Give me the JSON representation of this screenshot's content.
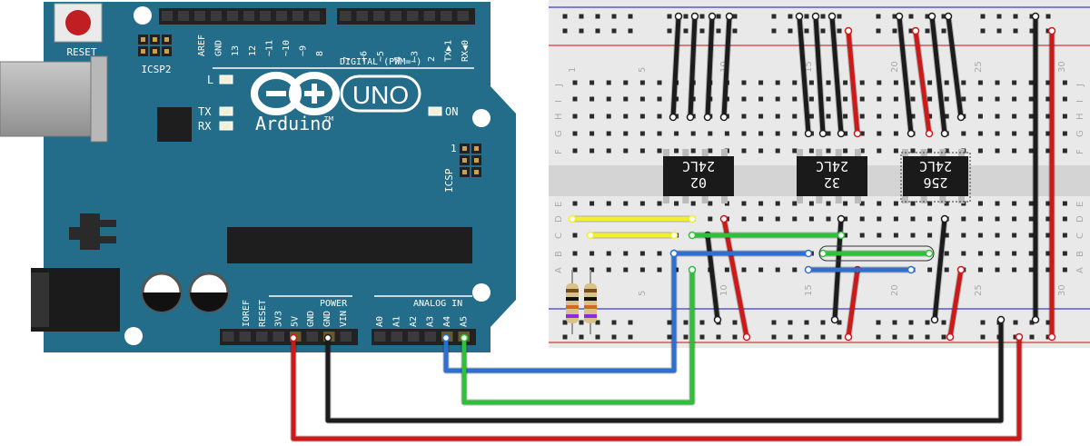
{
  "arduino": {
    "brand": "Arduino",
    "tm": "TM",
    "model": "UNO",
    "reset_label": "RESET",
    "icsp2_label": "ICSP2",
    "icsp_label": "ICSP",
    "icsp_pin1": "1",
    "digital_label": "DIGITAL (PWM=~)",
    "power_label": "POWER",
    "analog_label": "ANALOG IN",
    "led_l": "L",
    "led_tx": "TX",
    "led_rx": "RX",
    "led_on": "ON",
    "digital_pins_left": [
      "AREF",
      "GND",
      "13",
      "12",
      "~11",
      "~10",
      "~9",
      "8"
    ],
    "digital_pins_right": [
      "7",
      "~6",
      "~5",
      "4",
      "~3",
      "2",
      "TX▶1",
      "RX◀0"
    ],
    "power_pins": [
      "IOREF",
      "RESET",
      "3V3",
      "5V",
      "GND",
      "GND",
      "VIN"
    ],
    "analog_pins": [
      "A0",
      "A1",
      "A2",
      "A3",
      "A4",
      "A5"
    ]
  },
  "breadboard": {
    "row_letters_top": [
      "J",
      "I",
      "H",
      "G",
      "F"
    ],
    "row_letters_bottom": [
      "E",
      "D",
      "C",
      "B",
      "A"
    ],
    "column_numbers": [
      "1",
      "5",
      "10",
      "15",
      "20",
      "25",
      "30"
    ]
  },
  "chips": [
    {
      "line1": "24LC",
      "line2": "02"
    },
    {
      "line1": "24LC",
      "line2": "32"
    },
    {
      "line1": "24LC",
      "line2": "256"
    }
  ],
  "colors": {
    "board": "#246d8a",
    "wire_red": "#cc1a1a",
    "wire_black": "#1c1c1c",
    "wire_blue": "#2e6fd0",
    "wire_green": "#2fbf3a",
    "wire_yellow": "#f2ef2e"
  }
}
